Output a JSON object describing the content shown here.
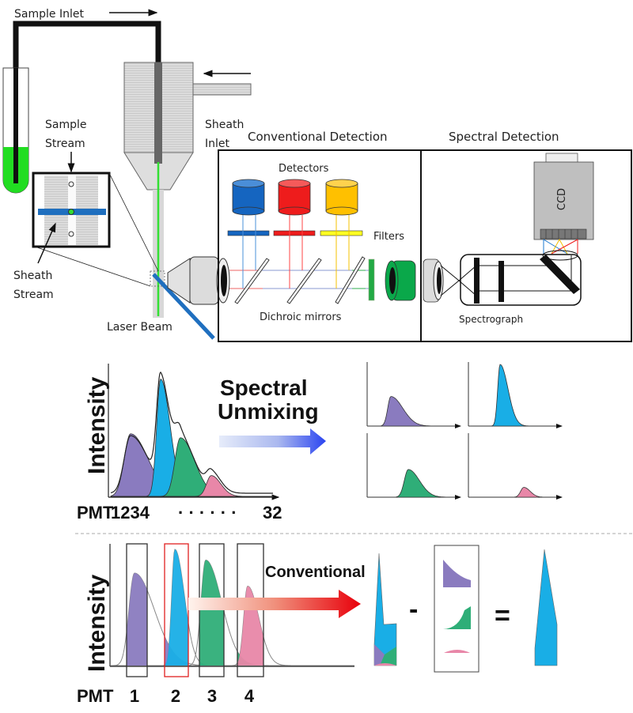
{
  "labels": {
    "sample_inlet": "Sample Inlet",
    "sheath_inlet_1": "Sheath",
    "sheath_inlet_2": "Inlet",
    "sample_stream_1": "Sample",
    "sample_stream_2": "Stream",
    "sheath_stream_1": "Sheath",
    "sheath_stream_2": "Stream",
    "laser_beam": "Laser Beam",
    "conventional_detection": "Conventional Detection",
    "spectral_detection": "Spectral Detection",
    "detectors": "Detectors",
    "filters": "Filters",
    "dichroic_mirrors": "Dichroic mirrors",
    "ccd": "CCD",
    "spectrograph": "Spectrograph"
  },
  "spectral_panel": {
    "ylabel": "Intensity",
    "xlabel_prefix": "PMT",
    "x_start": "1234",
    "x_dots": "· · · · · ·",
    "x_end": "32",
    "arrow_label_1": "Spectral",
    "arrow_label_2": "Unmixing"
  },
  "conventional_panel": {
    "ylabel": "Intensity",
    "xlabel_prefix": "PMT",
    "channels": [
      "1",
      "2",
      "3",
      "4"
    ],
    "arrow_label": "Conventional",
    "minus": "-",
    "equals": "="
  },
  "colors": {
    "purple": "#8a7bbf",
    "blue": "#19aee6",
    "green": "#2fae78",
    "pink": "#e887a8",
    "detector_blue": "#1565c0",
    "detector_red": "#ee1c1c",
    "detector_yellow": "#ffc000",
    "laser": "#1f6fbf",
    "sample_green": "#22dd22",
    "arrow_red": "#e8000b",
    "arrow_blue": "#2a44f0"
  },
  "chart_data": [
    {
      "type": "area",
      "title": "Spectral detection (mixed spectrum)",
      "xlabel": "PMT",
      "ylabel": "Intensity",
      "x_ticks": [
        "1234",
        "32"
      ],
      "series": [
        {
          "name": "purple fluorochrome",
          "peak_channel": 2,
          "relative_peak": 0.48
        },
        {
          "name": "blue fluorochrome",
          "peak_channel": 5,
          "relative_peak": 0.9
        },
        {
          "name": "green fluorochrome",
          "peak_channel": 9,
          "relative_peak": 0.45
        },
        {
          "name": "pink fluorochrome",
          "peak_channel": 14,
          "relative_peak": 0.16
        },
        {
          "name": "sum envelope",
          "relative_peak": 1.0
        }
      ]
    },
    {
      "type": "area",
      "title": "Unmixed spectra",
      "panels": [
        {
          "name": "purple",
          "relative_peak": 0.48
        },
        {
          "name": "blue",
          "relative_peak": 1.0
        },
        {
          "name": "green",
          "relative_peak": 0.45
        },
        {
          "name": "pink",
          "relative_peak": 0.16
        }
      ]
    },
    {
      "type": "area",
      "title": "Conventional detection",
      "xlabel": "PMT",
      "ylabel": "Intensity",
      "categories": [
        "1",
        "2",
        "3",
        "4"
      ],
      "series": [
        {
          "name": "purple",
          "relative_peak": 0.78
        },
        {
          "name": "blue",
          "relative_peak": 0.98
        },
        {
          "name": "green",
          "relative_peak": 0.89
        },
        {
          "name": "pink",
          "relative_peak": 0.67
        }
      ],
      "highlighted_channel": "2"
    }
  ]
}
